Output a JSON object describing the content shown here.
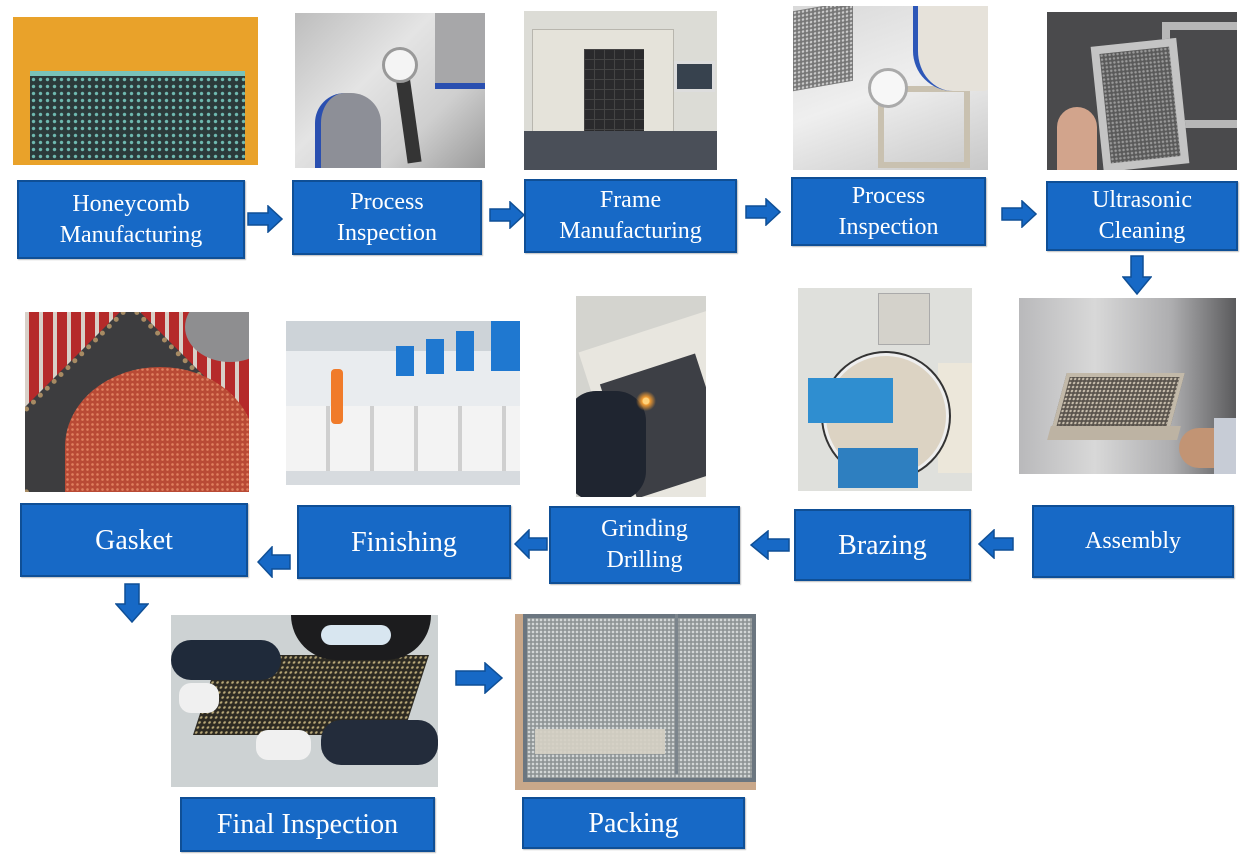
{
  "title": "Honeycomb Seal Manufacturing Process Flow",
  "colors": {
    "box_fill": "#1769c6",
    "box_border": "#0f4f96",
    "box_text": "#ffffff",
    "arrow_fill": "#1769c6",
    "arrow_stroke": "#0f4f96",
    "background": "#ffffff"
  },
  "steps": [
    {
      "id": "honeycomb-manufacturing",
      "label": "Honeycomb\nManufacturing",
      "photo": "honeycomb-core-photo"
    },
    {
      "id": "process-inspection-1",
      "label": "Process\nInspection",
      "photo": "dial-caliper-honeycomb-photo"
    },
    {
      "id": "frame-manufacturing",
      "label": "Frame\nManufacturing",
      "photo": "cnc-machine-photo"
    },
    {
      "id": "process-inspection-2",
      "label": "Process\nInspection",
      "photo": "dial-caliper-frame-photo"
    },
    {
      "id": "ultrasonic-cleaning",
      "label": "Ultrasonic\nCleaning",
      "photo": "cleaned-frames-photo"
    },
    {
      "id": "assembly",
      "label": "Assembly",
      "photo": "assembled-seal-photo"
    },
    {
      "id": "brazing",
      "label": "Brazing",
      "photo": "vacuum-furnace-photo"
    },
    {
      "id": "grinding-drilling",
      "label": "Grinding\nDrilling",
      "photo": "grinding-sparks-photo"
    },
    {
      "id": "finishing",
      "label": "Finishing",
      "photo": "plating-line-photo"
    },
    {
      "id": "gasket",
      "label": "Gasket",
      "photo": "gasket-seal-photo"
    },
    {
      "id": "final-inspection",
      "label": "Final Inspection",
      "photo": "final-inspection-photo"
    },
    {
      "id": "packing",
      "label": "Packing",
      "photo": "bubble-wrap-packing-photo"
    }
  ],
  "arrows": [
    {
      "from": "honeycomb-manufacturing",
      "to": "process-inspection-1",
      "direction": "right"
    },
    {
      "from": "process-inspection-1",
      "to": "frame-manufacturing",
      "direction": "right"
    },
    {
      "from": "frame-manufacturing",
      "to": "process-inspection-2",
      "direction": "right"
    },
    {
      "from": "process-inspection-2",
      "to": "ultrasonic-cleaning",
      "direction": "right"
    },
    {
      "from": "ultrasonic-cleaning",
      "to": "assembly",
      "direction": "down"
    },
    {
      "from": "assembly",
      "to": "brazing",
      "direction": "left"
    },
    {
      "from": "brazing",
      "to": "grinding-drilling",
      "direction": "left"
    },
    {
      "from": "grinding-drilling",
      "to": "finishing",
      "direction": "left"
    },
    {
      "from": "finishing",
      "to": "gasket",
      "direction": "left"
    },
    {
      "from": "gasket",
      "to": "final-inspection",
      "direction": "down"
    },
    {
      "from": "final-inspection",
      "to": "packing",
      "direction": "right"
    }
  ]
}
